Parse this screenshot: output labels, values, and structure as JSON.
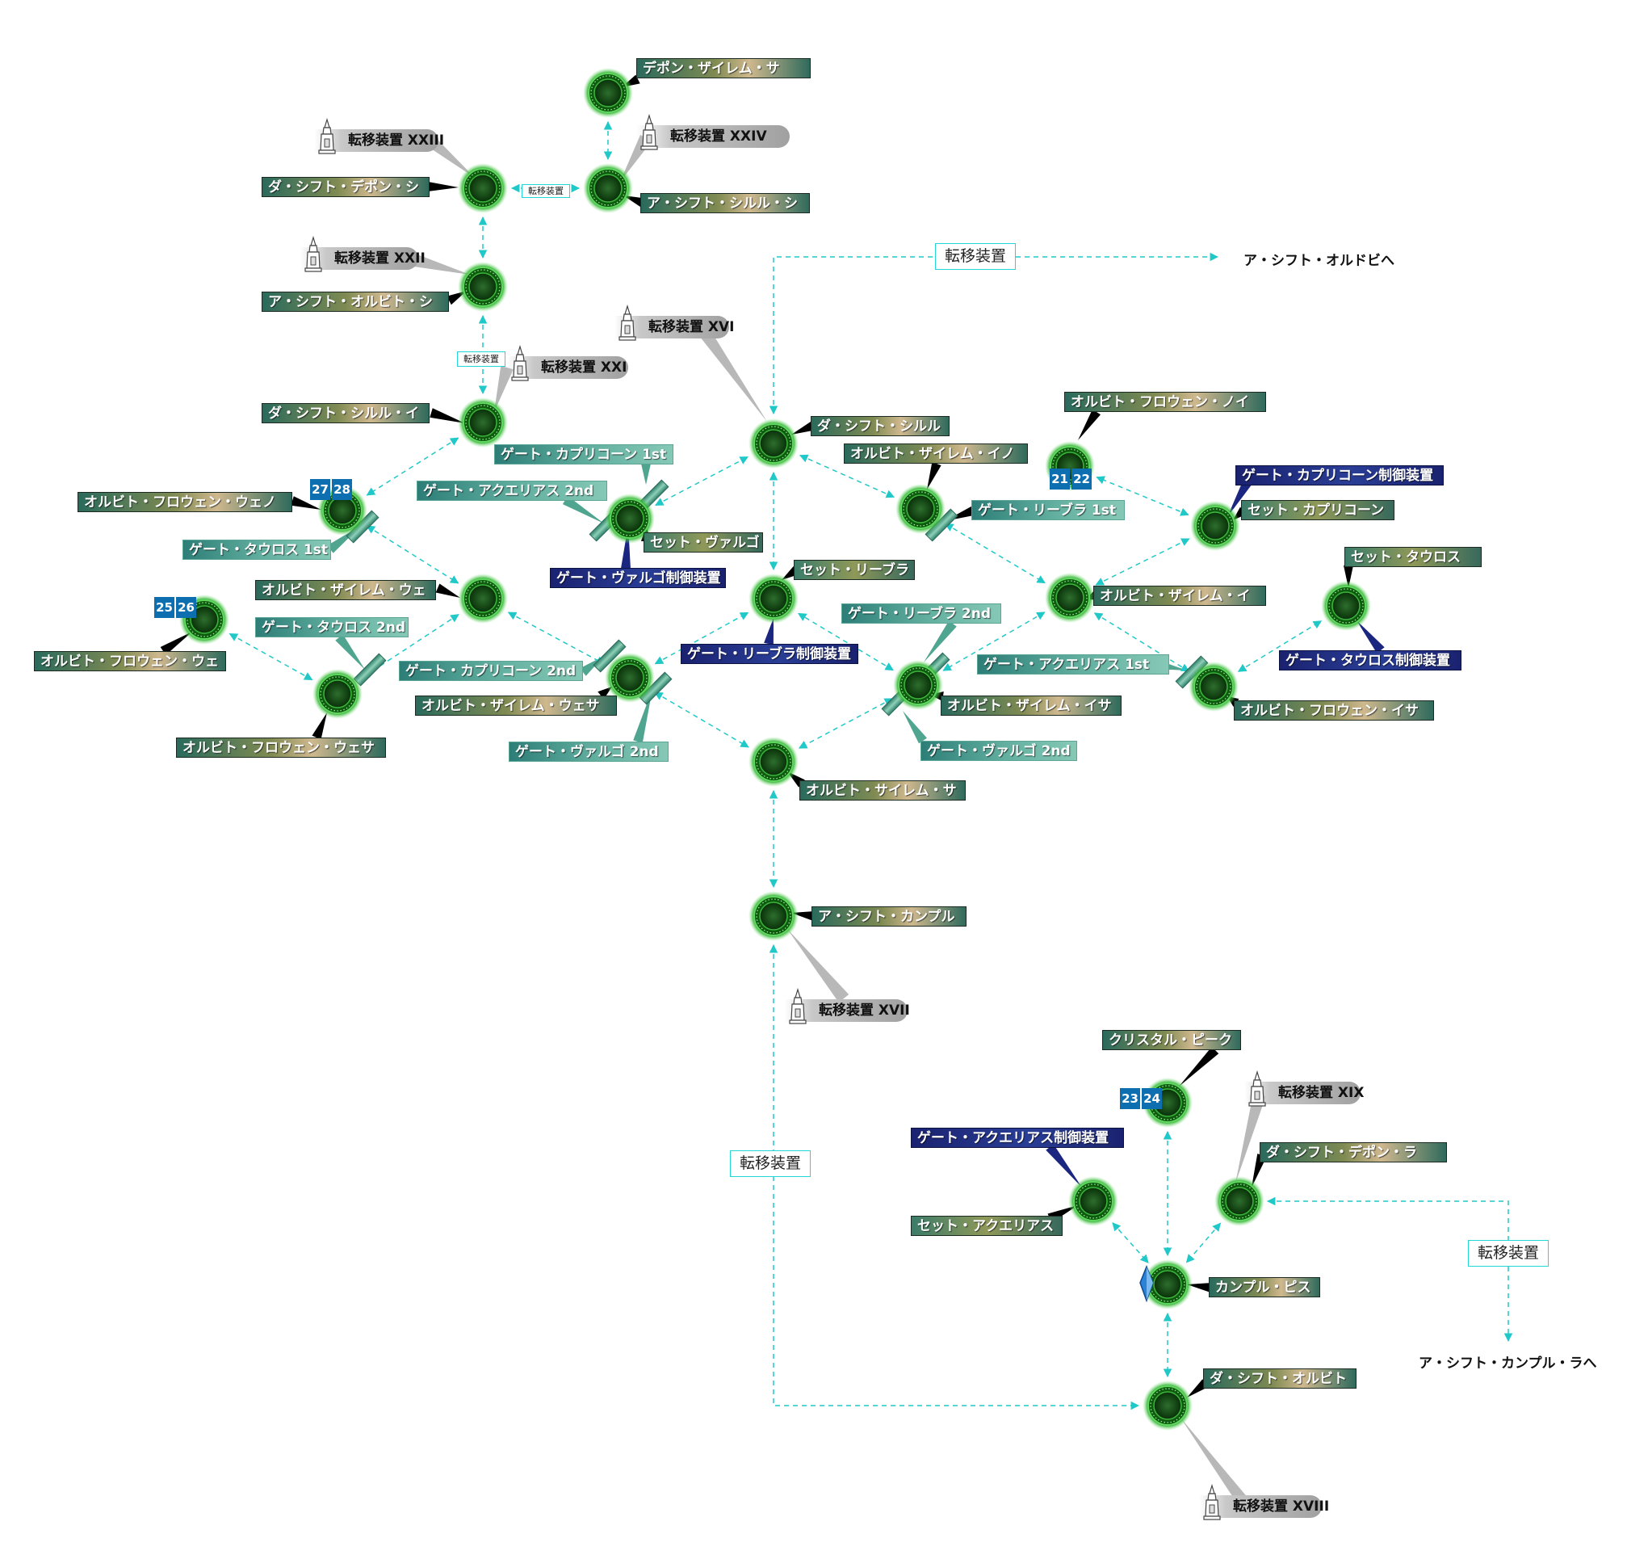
{
  "nodes": [
    {
      "id": "depon_zairemu_sa",
      "label": "デポン・ザイレム・サ",
      "style": "place"
    },
    {
      "id": "tele24",
      "label": "転移装置 XXIV",
      "style": "tele"
    },
    {
      "id": "tele23",
      "label": "転移装置 XXIII",
      "style": "tele"
    },
    {
      "id": "da_shift_depon_shi",
      "label": "ダ・シフト・デポン・シ",
      "style": "place"
    },
    {
      "id": "a_shift_shiruru_shi",
      "label": "ア・シフト・シルル・シ",
      "style": "place"
    },
    {
      "id": "tele22",
      "label": "転移装置 XXII",
      "style": "tele"
    },
    {
      "id": "a_shift_orubito_shi",
      "label": "ア・シフト・オルビト・シ",
      "style": "place"
    },
    {
      "id": "tele21",
      "label": "転移装置 XXI",
      "style": "tele"
    },
    {
      "id": "da_shift_shiruru_i",
      "label": "ダ・シフト・シルル・イ",
      "style": "place"
    },
    {
      "id": "tele16",
      "label": "転移装置 XVI",
      "style": "tele"
    },
    {
      "id": "da_shift_shiruru",
      "label": "ダ・シフト・シルル",
      "style": "place"
    },
    {
      "id": "gate_capricorn_1st",
      "label": "ゲート・カプリコーン 1st",
      "style": "gate"
    },
    {
      "id": "orubito_froen_weno",
      "label": "オルビト・フロウェン・ウェノ",
      "style": "place"
    },
    {
      "id": "gate_taurus_1st",
      "label": "ゲート・タウロス 1st",
      "style": "gate"
    },
    {
      "id": "gate_aquarius_2nd",
      "label": "ゲート・アクエリアス 2nd",
      "style": "gate"
    },
    {
      "id": "set_virgo",
      "label": "セット・ヴァルゴ",
      "style": "set"
    },
    {
      "id": "gate_virgo_ctrl",
      "label": "ゲート・ヴァルゴ制御装置",
      "style": "ctrl"
    },
    {
      "id": "orubito_zairemu_we",
      "label": "オルビト・ザイレム・ウェ",
      "style": "place"
    },
    {
      "id": "orubito_froen_we",
      "label": "オルビト・フロウェン・ウェ",
      "style": "place"
    },
    {
      "id": "gate_taurus_2nd",
      "label": "ゲート・タウロス 2nd",
      "style": "gate"
    },
    {
      "id": "orubito_froen_wesa",
      "label": "オルビト・フロウェン・ウェサ",
      "style": "place"
    },
    {
      "id": "gate_capricorn_2nd",
      "label": "ゲート・カプリコーン 2nd",
      "style": "gate"
    },
    {
      "id": "orubito_zairemu_wesa",
      "label": "オルビト・ザイレム・ウェサ",
      "style": "place"
    },
    {
      "id": "gate_virgo_2nd",
      "label": "ゲート・ヴァルゴ 2nd",
      "style": "gate"
    },
    {
      "id": "set_libra",
      "label": "セット・リーブラ",
      "style": "set"
    },
    {
      "id": "gate_libra_ctrl",
      "label": "ゲート・リーブラ制御装置",
      "style": "ctrl"
    },
    {
      "id": "orubito_zairemu_ino",
      "label": "オルビト・ザイレム・イノ",
      "style": "place"
    },
    {
      "id": "gate_libra_1st",
      "label": "ゲート・リーブラ 1st",
      "style": "gate"
    },
    {
      "id": "orubito_froen_noi",
      "label": "オルビト・フロウェン・ノイ",
      "style": "place"
    },
    {
      "id": "gate_capricorn_ctrl",
      "label": "ゲート・カプリコーン制御装置",
      "style": "ctrl"
    },
    {
      "id": "set_capricorn",
      "label": "セット・カプリコーン",
      "style": "set"
    },
    {
      "id": "orubito_zairemu_i",
      "label": "オルビト・ザイレム・イ",
      "style": "place"
    },
    {
      "id": "set_taurus",
      "label": "セット・タウロス",
      "style": "set"
    },
    {
      "id": "gate_taurus_ctrl",
      "label": "ゲート・タウロス制御装置",
      "style": "ctrl"
    },
    {
      "id": "gate_libra_2nd",
      "label": "ゲート・リーブラ 2nd",
      "style": "gate"
    },
    {
      "id": "gate_aquarius_1st",
      "label": "ゲート・アクエリアス 1st",
      "style": "gate"
    },
    {
      "id": "orubito_zairemu_isa",
      "label": "オルビト・ザイレム・イサ",
      "style": "place"
    },
    {
      "id": "gate_virgo_2nd_b",
      "label": "ゲート・ヴァルゴ 2nd",
      "style": "gate"
    },
    {
      "id": "orubito_froen_isa",
      "label": "オルビト・フロウェン・イサ",
      "style": "place"
    },
    {
      "id": "orubito_sairemu_sa",
      "label": "オルビト・サイレム・サ",
      "style": "place"
    },
    {
      "id": "a_shift_canpuru",
      "label": "ア・シフト・カンプル",
      "style": "place"
    },
    {
      "id": "tele17",
      "label": "転移装置 XVII",
      "style": "tele"
    },
    {
      "id": "crystal_peak",
      "label": "クリスタル・ピーク",
      "style": "place"
    },
    {
      "id": "tele19",
      "label": "転移装置 XIX",
      "style": "tele"
    },
    {
      "id": "da_shift_depon_ra",
      "label": "ダ・シフト・デポン・ラ",
      "style": "place"
    },
    {
      "id": "gate_aquarius_ctrl",
      "label": "ゲート・アクエリアス制御装置",
      "style": "ctrl"
    },
    {
      "id": "set_aquarius",
      "label": "セット・アクエリアス",
      "style": "set"
    },
    {
      "id": "canpuru_pisu",
      "label": "カンプル・ピス",
      "style": "place"
    },
    {
      "id": "da_shift_orubito",
      "label": "ダ・シフト・オルビト",
      "style": "place"
    },
    {
      "id": "tele18",
      "label": "転移装置 XVIII",
      "style": "tele"
    }
  ],
  "tags": {
    "t2728": [
      "27",
      "28"
    ],
    "t2526": [
      "25",
      "26"
    ],
    "t2122": [
      "21",
      "22"
    ],
    "t2324": [
      "23",
      "24"
    ]
  },
  "teleport_boxes": {
    "small_top": "転移装置",
    "small_mid": "転移装置",
    "top": "転移装置",
    "middle": "転移装置",
    "right": "転移装置"
  },
  "destinations": {
    "oldobi": "ア・シフト・オルドビへ",
    "canpuru_ra": "ア・シフト・カンプル・ラへ"
  },
  "colors": {
    "route_line": "#20c8c8",
    "node_glow": "#1fa51f",
    "node_core": "#0b3d0b",
    "tele_bg": "#a8a8a8",
    "tag_bg": "#0d6fb0",
    "ctrl_bg": "#1a2270",
    "gate_bg": "#2d7e78",
    "gate_block": "#4fa58f",
    "crystal": "#2c82d6"
  }
}
